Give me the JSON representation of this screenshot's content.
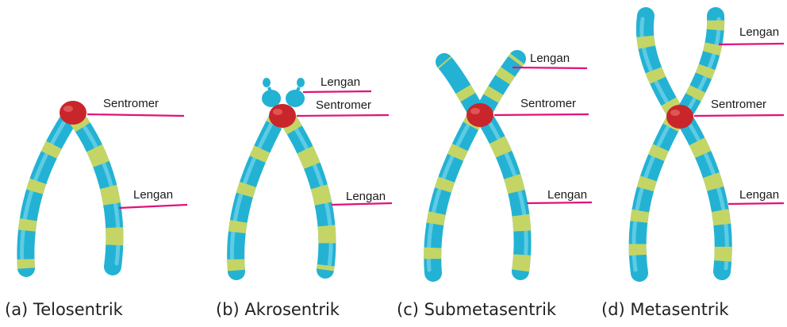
{
  "panels": [
    {
      "id": "a",
      "caption": "(a)  Telosentrik",
      "labels": {
        "centromere": "Sentromer",
        "arm_lower": "Lengan"
      }
    },
    {
      "id": "b",
      "caption": "(b)  Akrosentrik",
      "labels": {
        "arm_upper": "Lengan",
        "centromere": "Sentromer",
        "arm_lower": "Lengan"
      }
    },
    {
      "id": "c",
      "caption": "(c)  Submetasentrik",
      "labels": {
        "arm_upper": "Lengan",
        "centromere": "Sentromer",
        "arm_lower": "Lengan"
      }
    },
    {
      "id": "d",
      "caption": "(d)  Metasentrik",
      "labels": {
        "arm_upper": "Lengan",
        "centromere": "Sentromer",
        "arm_lower": "Lengan"
      }
    }
  ],
  "colors": {
    "chromatid": "#23b2d3",
    "band": "#c4d565",
    "centromere": "#c8262b",
    "leader_line": "#e0127a"
  }
}
